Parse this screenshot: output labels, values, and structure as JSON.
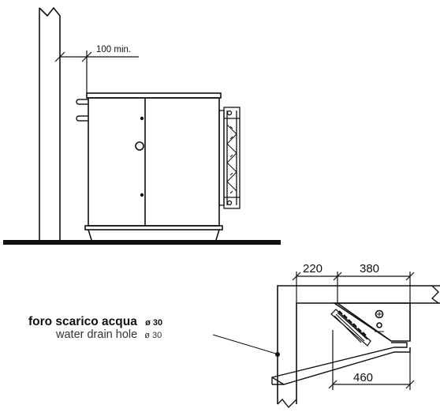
{
  "upper_view": {
    "clearance_label": "100 min."
  },
  "lower_view": {
    "dim_left": "220",
    "dim_right": "380",
    "dim_bottom": "460"
  },
  "drain_note": {
    "italian_text": "foro scarico acqua",
    "italian_size": "ø 30",
    "english_text": "water drain hole",
    "english_size": "ø 30"
  },
  "colors": {
    "line": "#111111",
    "fill": "#ffffff",
    "hatch": "#222222"
  }
}
